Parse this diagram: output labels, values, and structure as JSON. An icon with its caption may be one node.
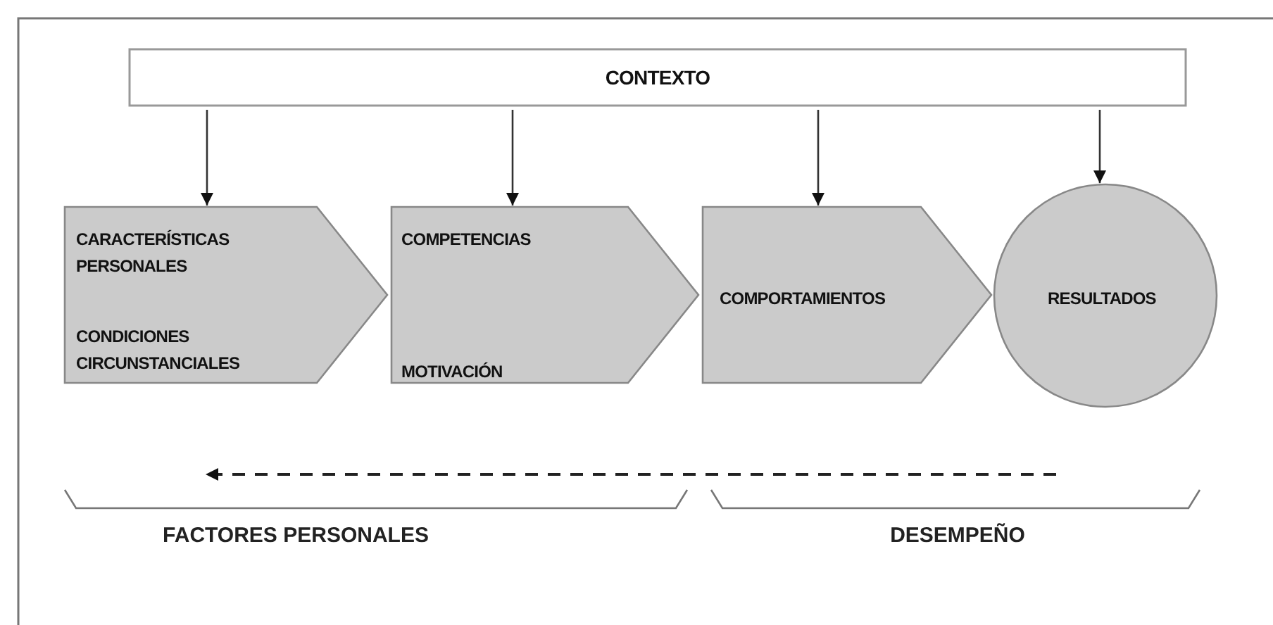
{
  "diagram": {
    "nodes": [
      {
        "text": [
          "CONTEXTO"
        ]
      },
      {
        "text": [
          "CARACTERÍSTICAS PERSONALES",
          "CONDICIONES CIRCUNSTANCIALES"
        ]
      },
      {
        "text": [
          "COMPETENCIAS",
          "MOTIVACIÓN"
        ]
      },
      {
        "text": [
          "COMPORTAMIENTOS"
        ]
      },
      {
        "text": [
          "RESULTADOS"
        ]
      }
    ],
    "edges": [
      {
        "from": 0,
        "to": 1,
        "arrow": "to"
      },
      {
        "from": 0,
        "to": 2,
        "arrow": "to"
      },
      {
        "from": 0,
        "to": 3,
        "arrow": "to"
      },
      {
        "from": 0,
        "to": 4,
        "arrow": "to"
      }
    ],
    "labels": [
      "FACTORES PERSONALES",
      "DESEMPEÑO"
    ]
  }
}
